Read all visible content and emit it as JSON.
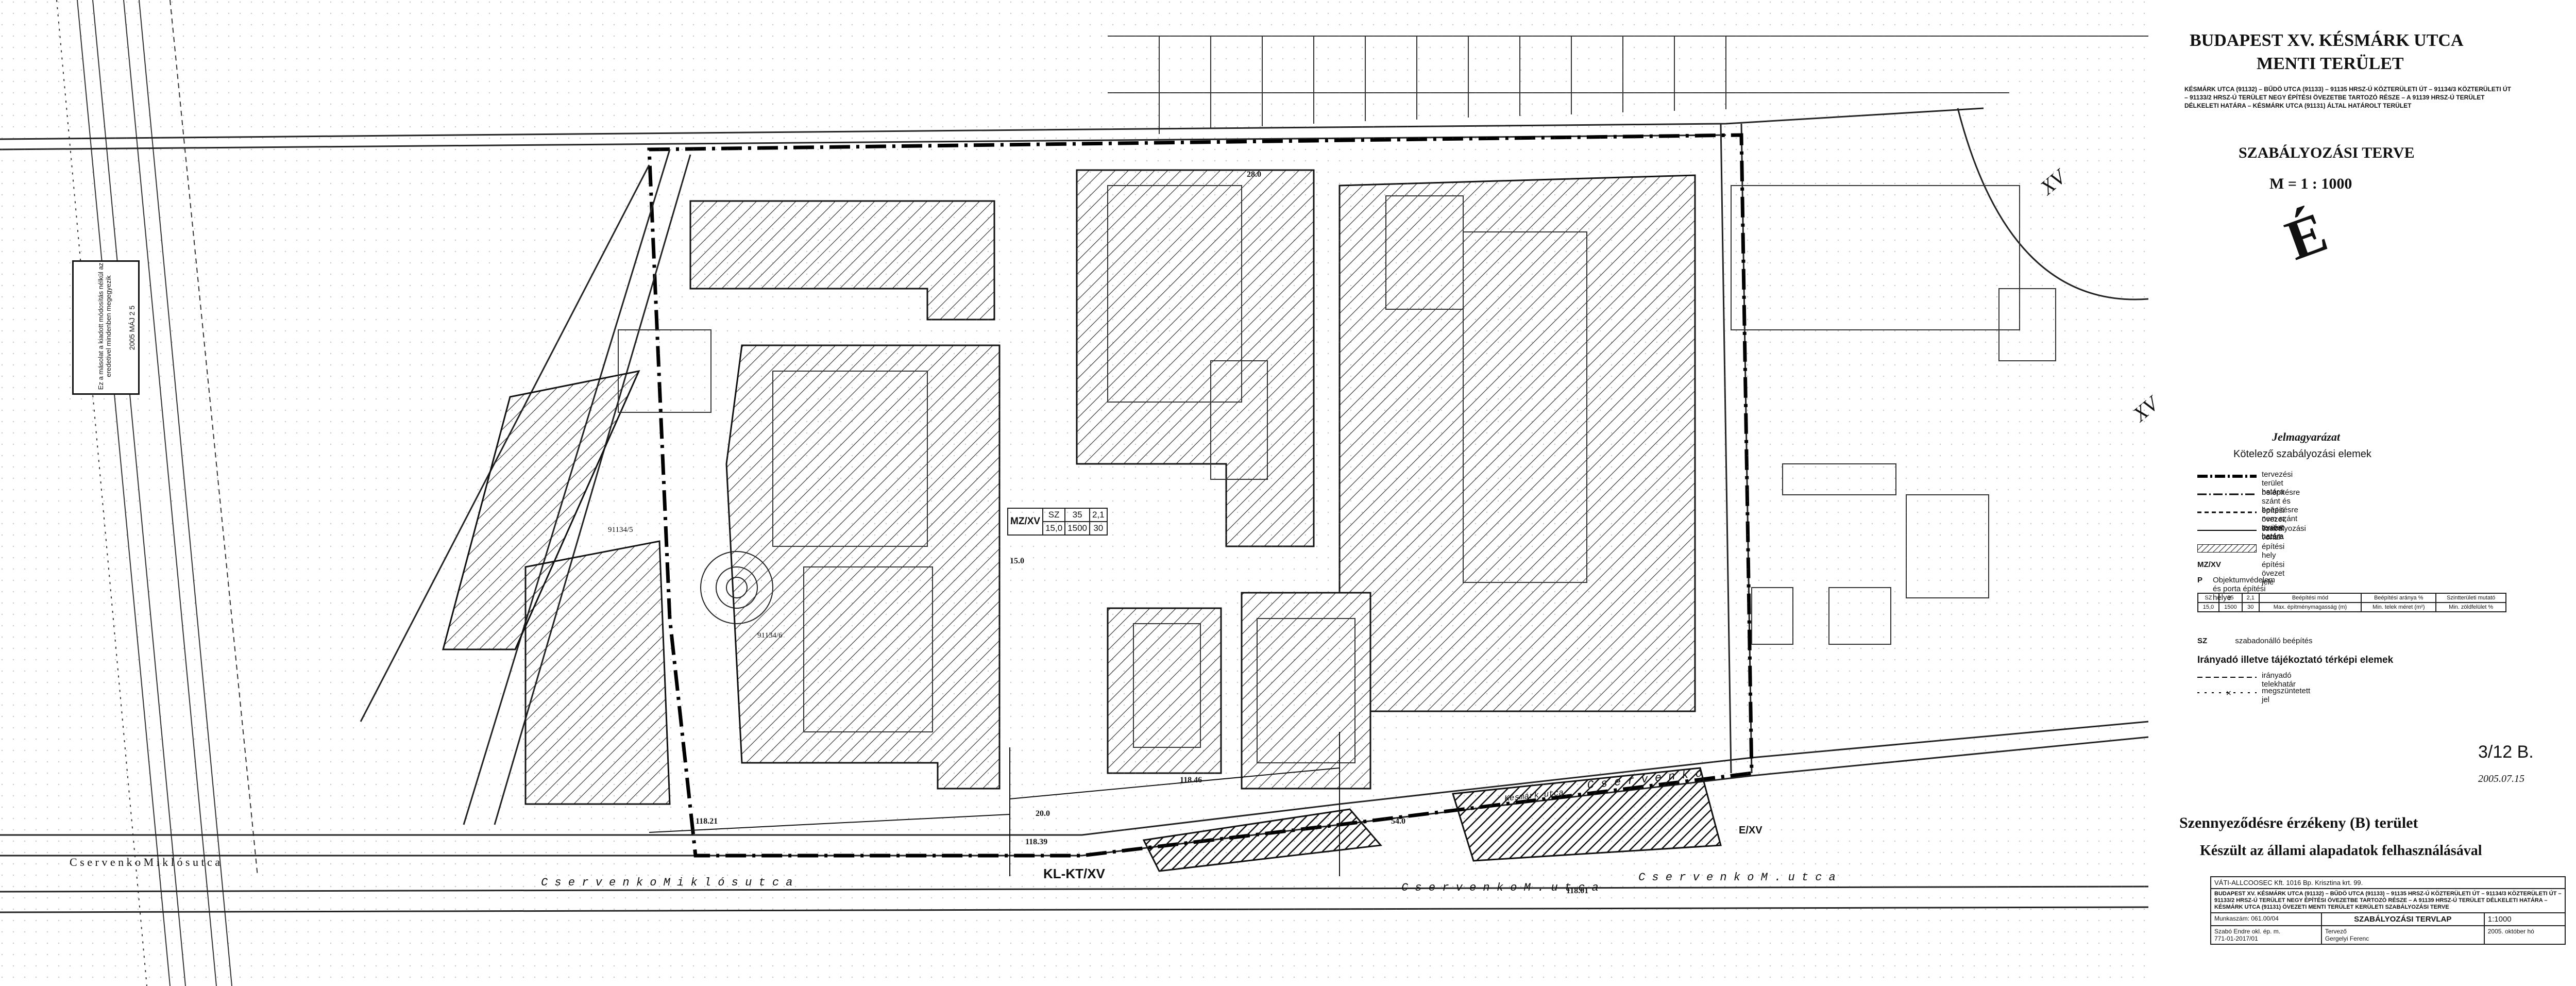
{
  "title": {
    "line1": "BUDAPEST XV. KÉSMÁRK UTCA",
    "line2": "MENTI TERÜLET",
    "description": "KÉSMÁRK UTCA (91132) – BŰDÖ UTCA (91133) – 91135 HRSZ-Ú KÖZTERÜLETI ÚT – 91134/3 KÖZTERÜLETI ÚT – 91133/2 HRSZ-Ú TERÜLET NEGY ÉPÍTÉSI ÖVEZETBE TARTOZÓ RÉSZE – A 91139 HRSZ-Ú TERÜLET DÉLKELETI HATÁRA – KÉSMÁRK UTCA (91131) ÁLTAL HATÁROLT TERÜLET"
  },
  "plan": {
    "name": "SZABÁLYOZÁSI TERVE",
    "scale": "M = 1 : 1000",
    "north_letter": "É"
  },
  "sheet_ref": {
    "number": "3/12 B.",
    "date": "2005.07.15"
  },
  "legend": {
    "heading": "Jelmagyarázat",
    "mandatory_heading": "Kötelező szabályozási elemek",
    "items": [
      {
        "label": "tervezési terület határa",
        "style": "boundary"
      },
      {
        "label": "belépítésre szánt és beépítésre nem szánt terület határa",
        "style": "dashdot"
      },
      {
        "label": "építési övezet, övezet határa",
        "style": "dashed"
      },
      {
        "label": "szabályozási vonal",
        "style": "thin"
      },
      {
        "label": "építési hely",
        "style": "hatch"
      },
      {
        "label": "építési övezet jele",
        "code": "MZ/XV"
      },
      {
        "label": "Objektumvédelem és porta építési helye",
        "code": "P"
      }
    ],
    "zone_table": {
      "headers": [
        "SZ",
        "35",
        "2,1",
        "Beépítési mód",
        "Beépítési aránya %",
        "Szintterületi mutató"
      ],
      "row2": [
        "15,0",
        "1500",
        "30",
        "Max. építménymagasság (m)",
        "Min. telek méret (m²)",
        "Min. zöldfelület %"
      ]
    },
    "sz_note": "szabadonálló beépítés",
    "guide_heading": "Irányadó illetve tájékoztató térképi elemek",
    "guide_items": [
      {
        "label": "irányadó telekhatár",
        "style": "dashed"
      },
      {
        "label": "megszüntetett jel",
        "style": "cross"
      }
    ]
  },
  "zone_label": {
    "code": "MZ/XV",
    "row1": [
      "SZ",
      "35",
      "2,1"
    ],
    "row2": [
      "15,0",
      "1500",
      "30"
    ]
  },
  "map_labels": {
    "zone_kl": "KL-KT/XV",
    "zone_e": "E/XV",
    "zone_xv1": "XV",
    "zone_xv2": "XV",
    "street1": "C s e r v e n k o   M i k l ó s   u t c a",
    "street2": "C s e r v e n k o   M i k l ó s   u t c a",
    "street3": "C s e r v e n k o   M .   u t c a",
    "street4": "C s e r v e n k o   M .   u t c a",
    "street5": "C s e r v e n k o",
    "kesmark": "Késmárk utca",
    "stamp": "Ez a másolat a kiadott módosítás nélkül az eredetivel mindenben megegyezik",
    "stamp_date": "2005 MÁJ 2 5",
    "parcel1": "91134/5",
    "parcel2": "91134/6",
    "dim1": "118.21",
    "dim2": "118.39",
    "dim3": "118.46",
    "dim4": "54.0",
    "dim5": "20.0",
    "dim6": "15.0",
    "dim7": "28.0",
    "dim8": "118.01"
  },
  "sensitive_area": "Szennyeződésre érzékeny (B) terület",
  "basemap_note": "Készült az állami alapadatok felhasználásával",
  "title_block": {
    "company": "VÁTI-ALLCOOSEC Kft. 1016 Bp. Krisztina krt. 99.",
    "project": "BUDAPEST XV. KÉSMÁRK UTCA (91132) – BŰDÖ UTCA (91133) – 91135 HRSZ-Ú KÖZTERÜLETI ÚT – 91134/3 KÖZTERÜLETI ÚT – 91133/2 HRSZ-Ú TERÜLET NEGY ÉPÍTÉSI ÖVEZETBE TARTOZÓ RÉSZE – A 91139 HRSZ-Ú TERÜLET DÉLKELETI HATÁRA – KÉSMÁRK UTCA (91131) ÖVEZETI MENTI TERÜLET KERÜLETI SZABÁLYOZÁSI TERVE",
    "drawing": "SZABÁLYOZÁSI TERVLAP",
    "scale": "1:1000",
    "date": "2005. október hó",
    "designer_label": "Tervező",
    "designer": "Gergelyi Ferenc",
    "engineer": "Szabó Endre okl. ép. m.",
    "engineer_no": "771-01-2017/01",
    "sheet_no": "Munkaszám: 061.00/04"
  }
}
